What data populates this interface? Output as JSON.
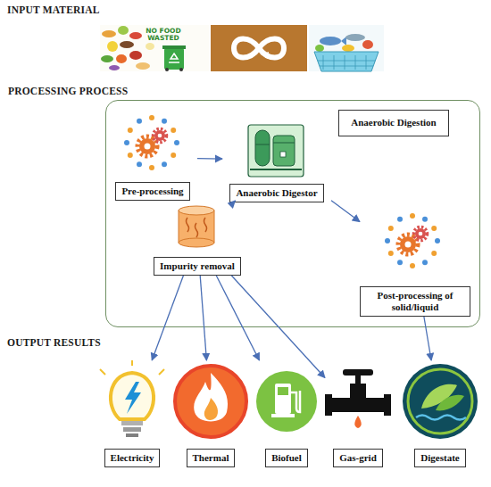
{
  "diagram": {
    "nodes": [
      {
        "text": [
          "PROCESSING PROCESS"
        ]
      },
      {
        "text": [
          "Pre-processing"
        ],
        "in": 0
      },
      {
        "text": [
          "Anaerobic Digestor"
        ],
        "in": 0
      },
      {
        "text": [
          "Anaerobic Digestion"
        ],
        "in": 0
      },
      {
        "text": [
          "Impurity removal"
        ],
        "in": 0
      },
      {
        "text": [
          "Post-processing of solid/liquid"
        ],
        "in": 0
      },
      {
        "text": [
          "Electricity"
        ]
      },
      {
        "text": [
          "Thermal"
        ]
      },
      {
        "text": [
          "Biofuel"
        ]
      },
      {
        "text": [
          "Gas-grid"
        ]
      },
      {
        "text": [
          "Digestate"
        ]
      }
    ],
    "edges": [
      {
        "from": 1,
        "to": 2,
        "arrow": "to"
      },
      {
        "from": 2,
        "to": 4,
        "arrow": "to"
      },
      {
        "from": 2,
        "to": 5,
        "arrow": "to"
      },
      {
        "from": 4,
        "to": 6,
        "arrow": "to"
      },
      {
        "from": 4,
        "to": 7,
        "arrow": "to"
      },
      {
        "from": 4,
        "to": 8,
        "arrow": "to"
      },
      {
        "from": 4,
        "to": 9,
        "arrow": "to"
      },
      {
        "from": 5,
        "to": 10,
        "arrow": "to"
      }
    ],
    "labels": [
      "INPUT MATERIAL",
      "NO FOOD WASTED",
      "OUTPUT RESULTS"
    ]
  }
}
